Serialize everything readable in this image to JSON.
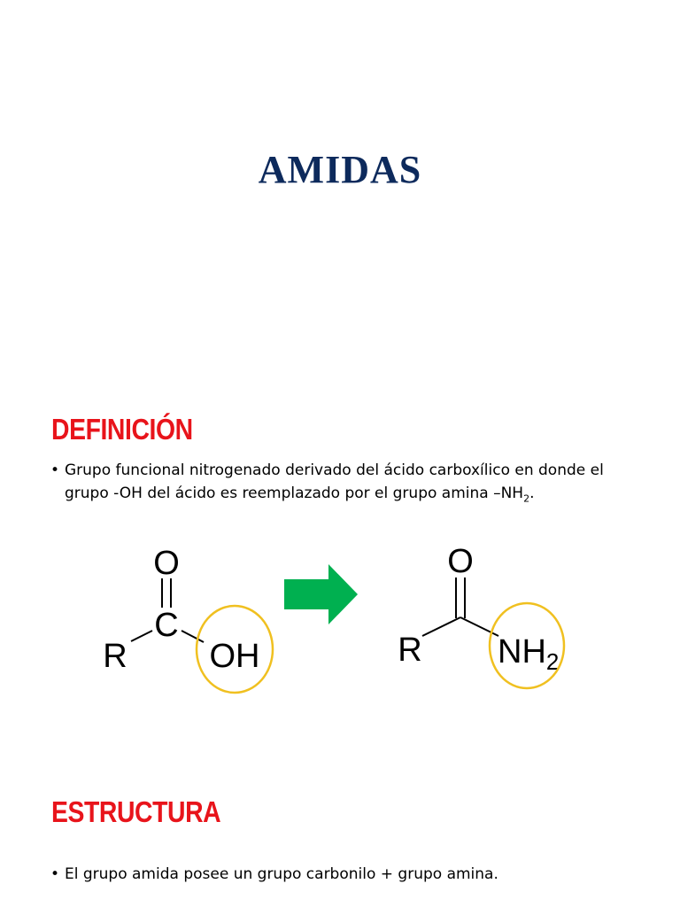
{
  "slide": {
    "title": "AMIDAS"
  },
  "definicion": {
    "heading": "DEFINICIÓN",
    "bullet_symbol": "•",
    "text_main": "Grupo funcional nitrogenado derivado del ácido carboxílico en donde el grupo -OH del ácido es reemplazado por el grupo amina –NH",
    "text_sub": "2",
    "text_end": "."
  },
  "diagram": {
    "acid": {
      "o_label": "O",
      "c_label": "C",
      "r_label": "R",
      "oh_label": "OH"
    },
    "amide": {
      "o_label": "O",
      "r_label": "R",
      "nh_label": "NH",
      "nh_sub": "2"
    },
    "colors": {
      "arrow": "#00b050",
      "highlight_circle": "#f0c020"
    }
  },
  "estructura": {
    "heading": "ESTRUCTURA",
    "bullet_symbol": "•",
    "text": "El grupo amida posee un grupo carbonilo + grupo amina."
  }
}
